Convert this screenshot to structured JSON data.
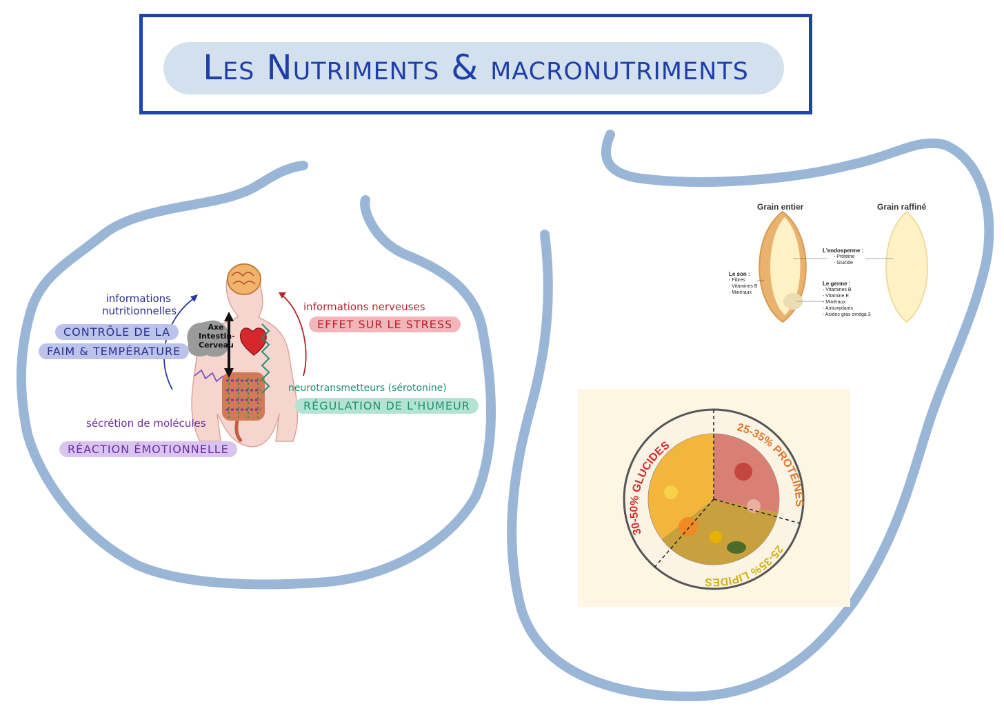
{
  "title": "Les Nutriments & macronutriments",
  "gut_brain": {
    "axis_label": [
      "Axe",
      "Intestin-",
      "Cerveau"
    ],
    "nutritional_info": [
      "informations",
      "nutritionnelles"
    ],
    "hunger_control": [
      "CONTRÔLE DE LA",
      "FAIM & TEMPÉRATURE"
    ],
    "nerve_info": "informations nerveuses",
    "stress_effect": "EFFET SUR LE STRESS",
    "neurotransmitters": "neurotransmetteurs (sérotonine)",
    "mood_regulation": "RÉGULATION DE L'HUMEUR",
    "molecule_secretion": "sécrétion de molécules",
    "emotional_reaction": "RÉACTION ÉMOTIONNELLE"
  },
  "grain": {
    "whole_title": "Grain entier",
    "refined_title": "Grain raffiné",
    "bran_title": "Le son :",
    "bran_items": [
      "- Fibres",
      "- Vitamines B",
      "- Minéraux"
    ],
    "endosperm_title": "L'endosperme :",
    "endosperm_items": [
      "- Protéine",
      "- Glucide"
    ],
    "germ_title": "Le germe :",
    "germ_items": [
      "- Vitamines B",
      "- Vitamine E",
      "- Minéraux",
      "- Antioxydants",
      "- Acides gras oméga 3"
    ]
  },
  "plate": {
    "carbs": "30-50% GLUCIDES",
    "proteins": "25-35% PROTEINES",
    "lipids": "25-35% LIPIDES"
  },
  "colors": {
    "title_blue": "#1d45a8",
    "outline_blue": "#9ab6d6",
    "highlight_blue": "#d3e0ee",
    "pill_navy": "#bcc3ea",
    "pill_red": "#f3b5b9",
    "pill_green": "#b4e3d3",
    "pill_purple": "#d9c3ef",
    "carbs": "#d8282f",
    "proteins": "#e2762b",
    "lipids": "#d3b017"
  }
}
